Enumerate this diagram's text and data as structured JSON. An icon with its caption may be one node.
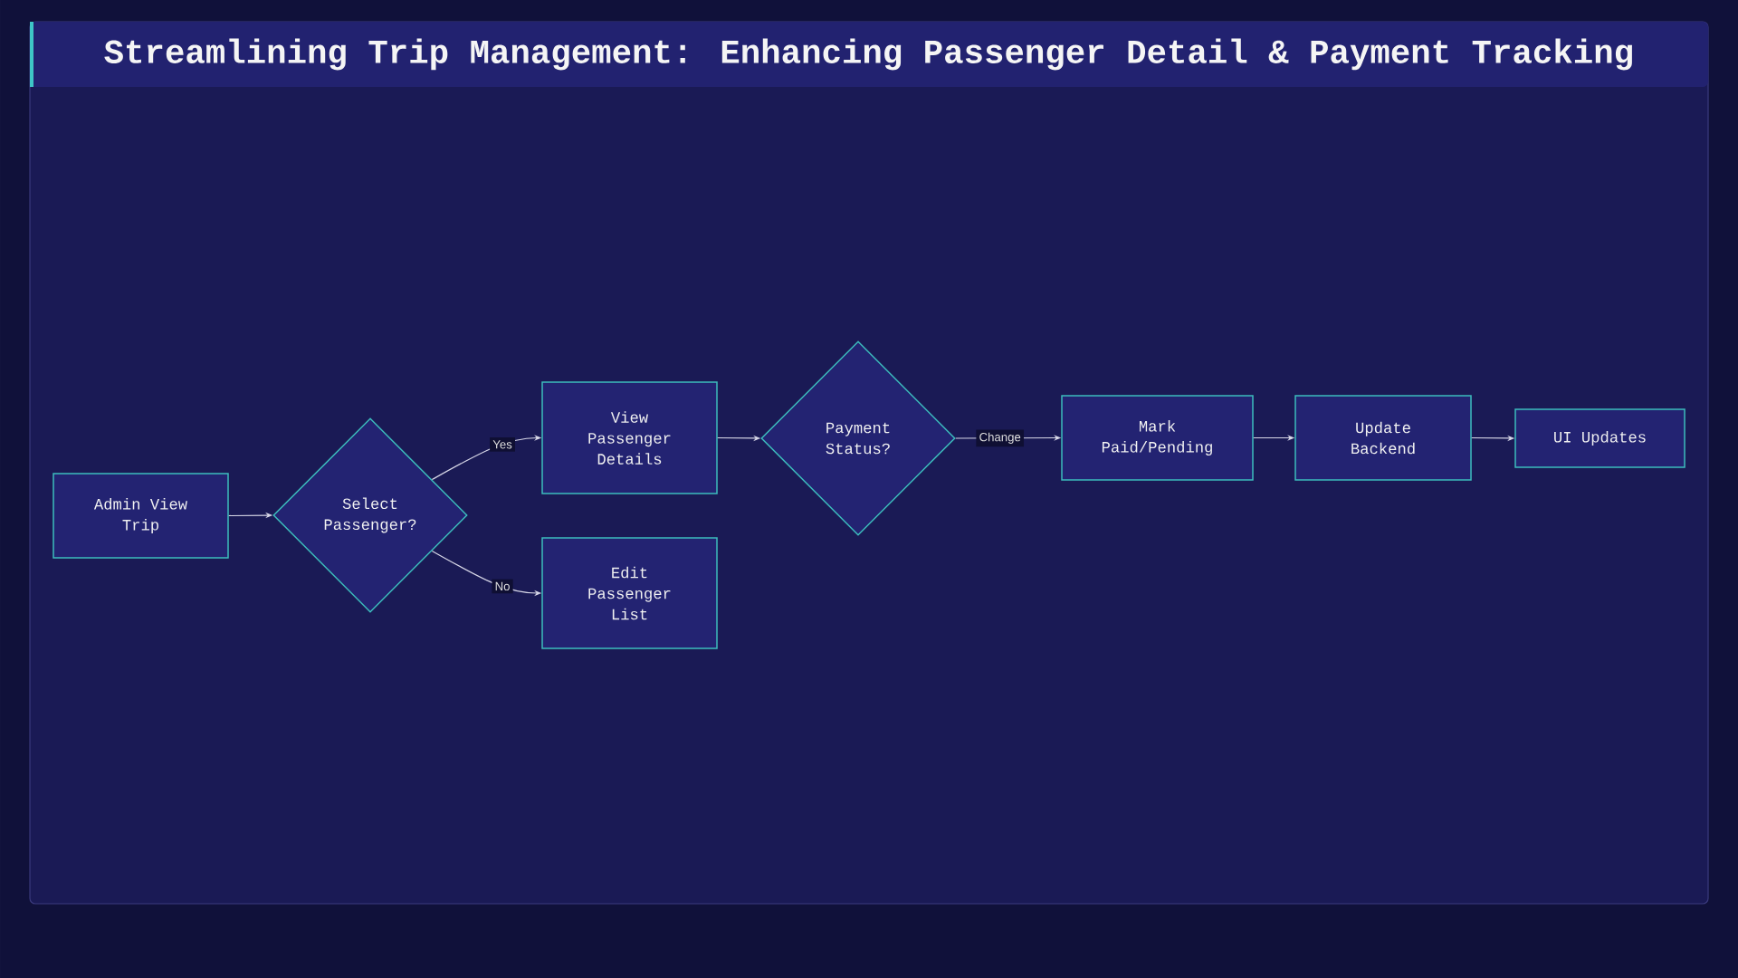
{
  "diagram": {
    "title": "Streamlining Trip Management: Enhancing Passenger Detail & Payment Tracking",
    "nodes": [
      {
        "text": [
          "Admin View Trip"
        ]
      },
      {
        "text": [
          "Select Passenger?"
        ]
      },
      {
        "text": [
          "View Passenger Details"
        ]
      },
      {
        "text": [
          "Edit Passenger List"
        ]
      },
      {
        "text": [
          "Payment Status?"
        ]
      },
      {
        "text": [
          "Mark Paid/Pending"
        ]
      },
      {
        "text": [
          "Update Backend"
        ]
      },
      {
        "text": [
          "UI Updates"
        ]
      }
    ],
    "edges": [
      {
        "from": 0,
        "to": 1,
        "arrow": "to"
      },
      {
        "from": 1,
        "to": 2,
        "arrow": "to",
        "label": "Yes"
      },
      {
        "from": 1,
        "to": 3,
        "arrow": "to",
        "label": "No"
      },
      {
        "from": 2,
        "to": 4,
        "arrow": "to"
      },
      {
        "from": 4,
        "to": 5,
        "arrow": "to",
        "label": "Change"
      },
      {
        "from": 5,
        "to": 6,
        "arrow": "to"
      },
      {
        "from": 6,
        "to": 7,
        "arrow": "to"
      }
    ]
  }
}
